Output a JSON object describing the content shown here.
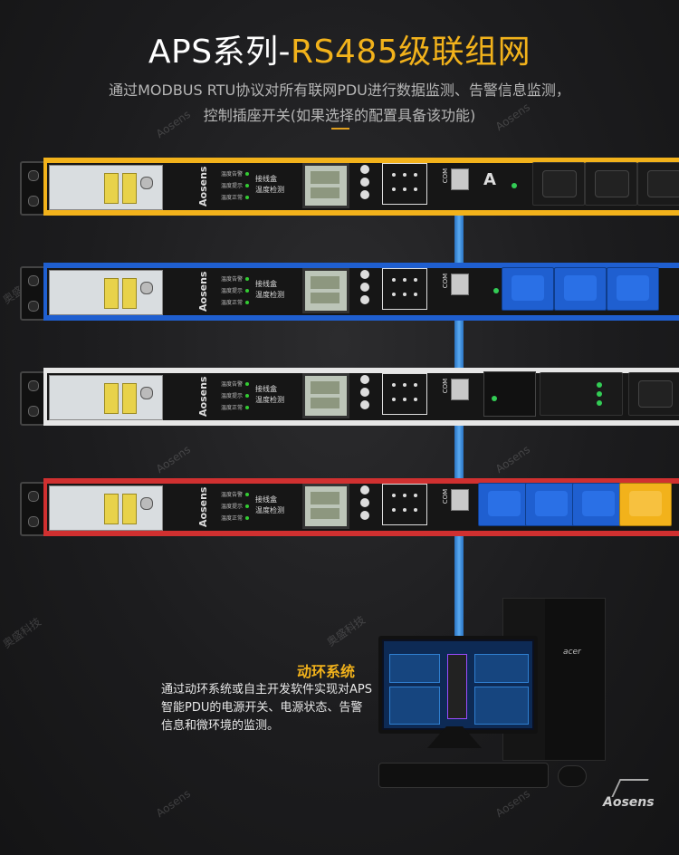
{
  "header": {
    "title_main": "APS系列-",
    "title_accent": "RS485级联组网",
    "subtitle_line1": "通过MODBUS RTU协议对所有联网PDU进行数据监测、告警信息监测，",
    "subtitle_line2": "控制插座开关(如果选择的配置具备该功能)"
  },
  "pdu_units": [
    {
      "rail_color": "#f2b21b",
      "outlet_color": "black",
      "extra_label": "A"
    },
    {
      "rail_color": "#1f5fd0",
      "outlet_color": "blue",
      "extra_label": ""
    },
    {
      "rail_color": "#e6e6e6",
      "outlet_color": "switch",
      "extra_label": ""
    },
    {
      "rail_color": "#d03030",
      "outlet_color": "blue-yellow",
      "extra_label": ""
    }
  ],
  "pdu_text": {
    "brand": "Aosens",
    "box_label_1": "接线盒",
    "box_label_2": "温度检测",
    "led_labels": [
      "温度告警",
      "温度提示",
      "温度正常"
    ],
    "com_label": "COM"
  },
  "monitoring": {
    "title": "动环系统",
    "description": "通过动环系统或自主开发软件实现对APS智能PDU的电源开关、电源状态、告警信息和微环境的监测。"
  },
  "computer": {
    "brand": "acer"
  },
  "watermarks": [
    "Aosens",
    "奥盛科技"
  ],
  "logo": {
    "text": "Aosens"
  },
  "colors": {
    "accent": "#f2b21b",
    "cable": "#3f90e0",
    "background": "#1f1f21"
  }
}
